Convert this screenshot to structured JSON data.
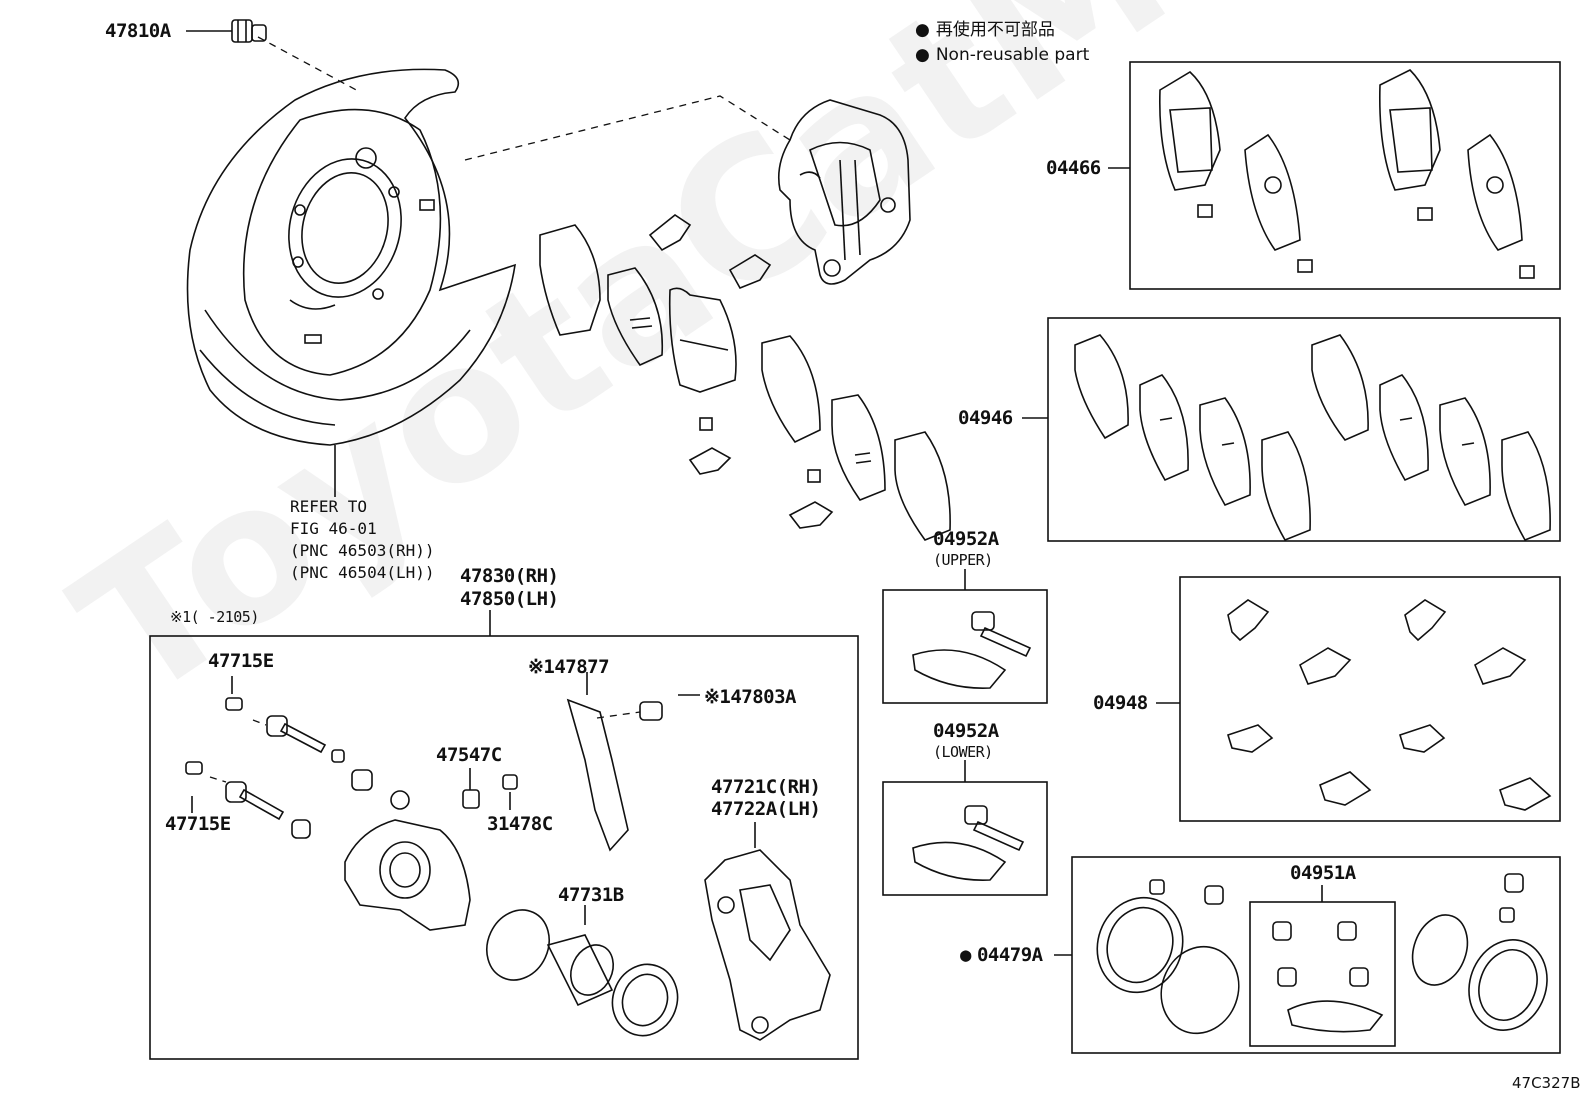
{
  "watermark": "ToyotaCatMine.ru",
  "legend": {
    "line1": "再使用不可部品",
    "line2": "Non-reusable part"
  },
  "figure_code": "47C327B",
  "refer_note": "REFER TO\nFIG 46-01\n(PNC 46503(RH))\n(PNC 46504(LH))",
  "option_note": "※1(    -2105)",
  "labels": {
    "p47810A": "47810A",
    "p04466": "04466",
    "p04946": "04946",
    "p04952A_u": "04952A",
    "upper": "(UPPER)",
    "p04952A_l": "04952A",
    "lower": "(LOWER)",
    "p04948": "04948",
    "p04951A": "04951A",
    "p04479A": "04479A",
    "p47830": "47830(RH)",
    "p47850": "47850(LH)",
    "p47715E_a": "47715E",
    "p47715E_b": "47715E",
    "p47877": "※147877",
    "p47803A": "※147803A",
    "p47547C": "47547C",
    "p31478C": "31478C",
    "p47721C": "47721C(RH)",
    "p47722A": "47722A(LH)",
    "p47731B": "47731B"
  }
}
